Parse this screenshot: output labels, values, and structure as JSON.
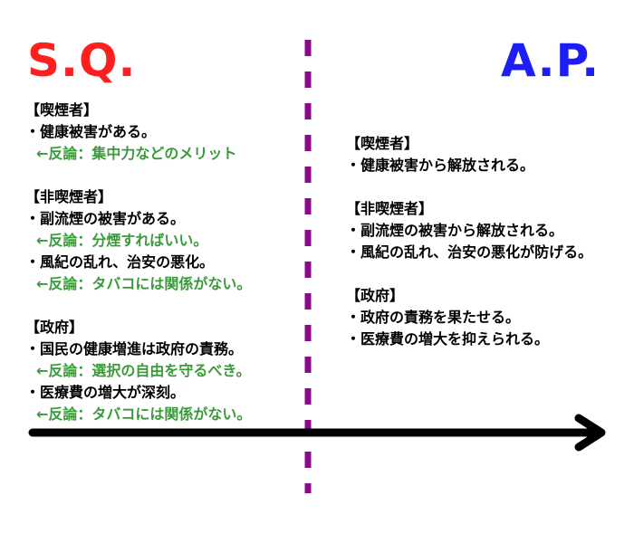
{
  "status_quo": {
    "title": "S.Q.",
    "color": "#ff1f1f",
    "groups": [
      {
        "header": "【喫煙者】",
        "points": [
          {
            "text": "・健康被害がある。",
            "rebuttal": "←反論：集中力などのメリット"
          }
        ]
      },
      {
        "header": "【非喫煙者】",
        "points": [
          {
            "text": "・副流煙の被害がある。",
            "rebuttal": "←反論：分煙すればいい。"
          },
          {
            "text": "・風紀の乱れ、治安の悪化。",
            "rebuttal": "←反論：タバコには関係がない。"
          }
        ]
      },
      {
        "header": "【政府】",
        "points": [
          {
            "text": "・国民の健康増進は政府の責務。",
            "rebuttal": "←反論：選択の自由を守るべき。"
          },
          {
            "text": "・医療費の増大が深刻。",
            "rebuttal": "←反論：タバコには関係がない。"
          }
        ]
      }
    ]
  },
  "after_plan": {
    "title": "A.P.",
    "color": "#1d1df5",
    "groups": [
      {
        "header": "【喫煙者】",
        "points": [
          "・健康被害から解放される。"
        ]
      },
      {
        "header": "【非喫煙者】",
        "points": [
          "・副流煙の被害から解放される。",
          "・風紀の乱れ、治安の悪化が防げる。"
        ]
      },
      {
        "header": "【政府】",
        "points": [
          "・政府の責務を果たせる。",
          "・医療費の増大を抑えられる。"
        ]
      }
    ]
  },
  "colors": {
    "rebuttal": "#3a9a3a",
    "divider": "#8b0a8b",
    "arrow": "#000000"
  }
}
